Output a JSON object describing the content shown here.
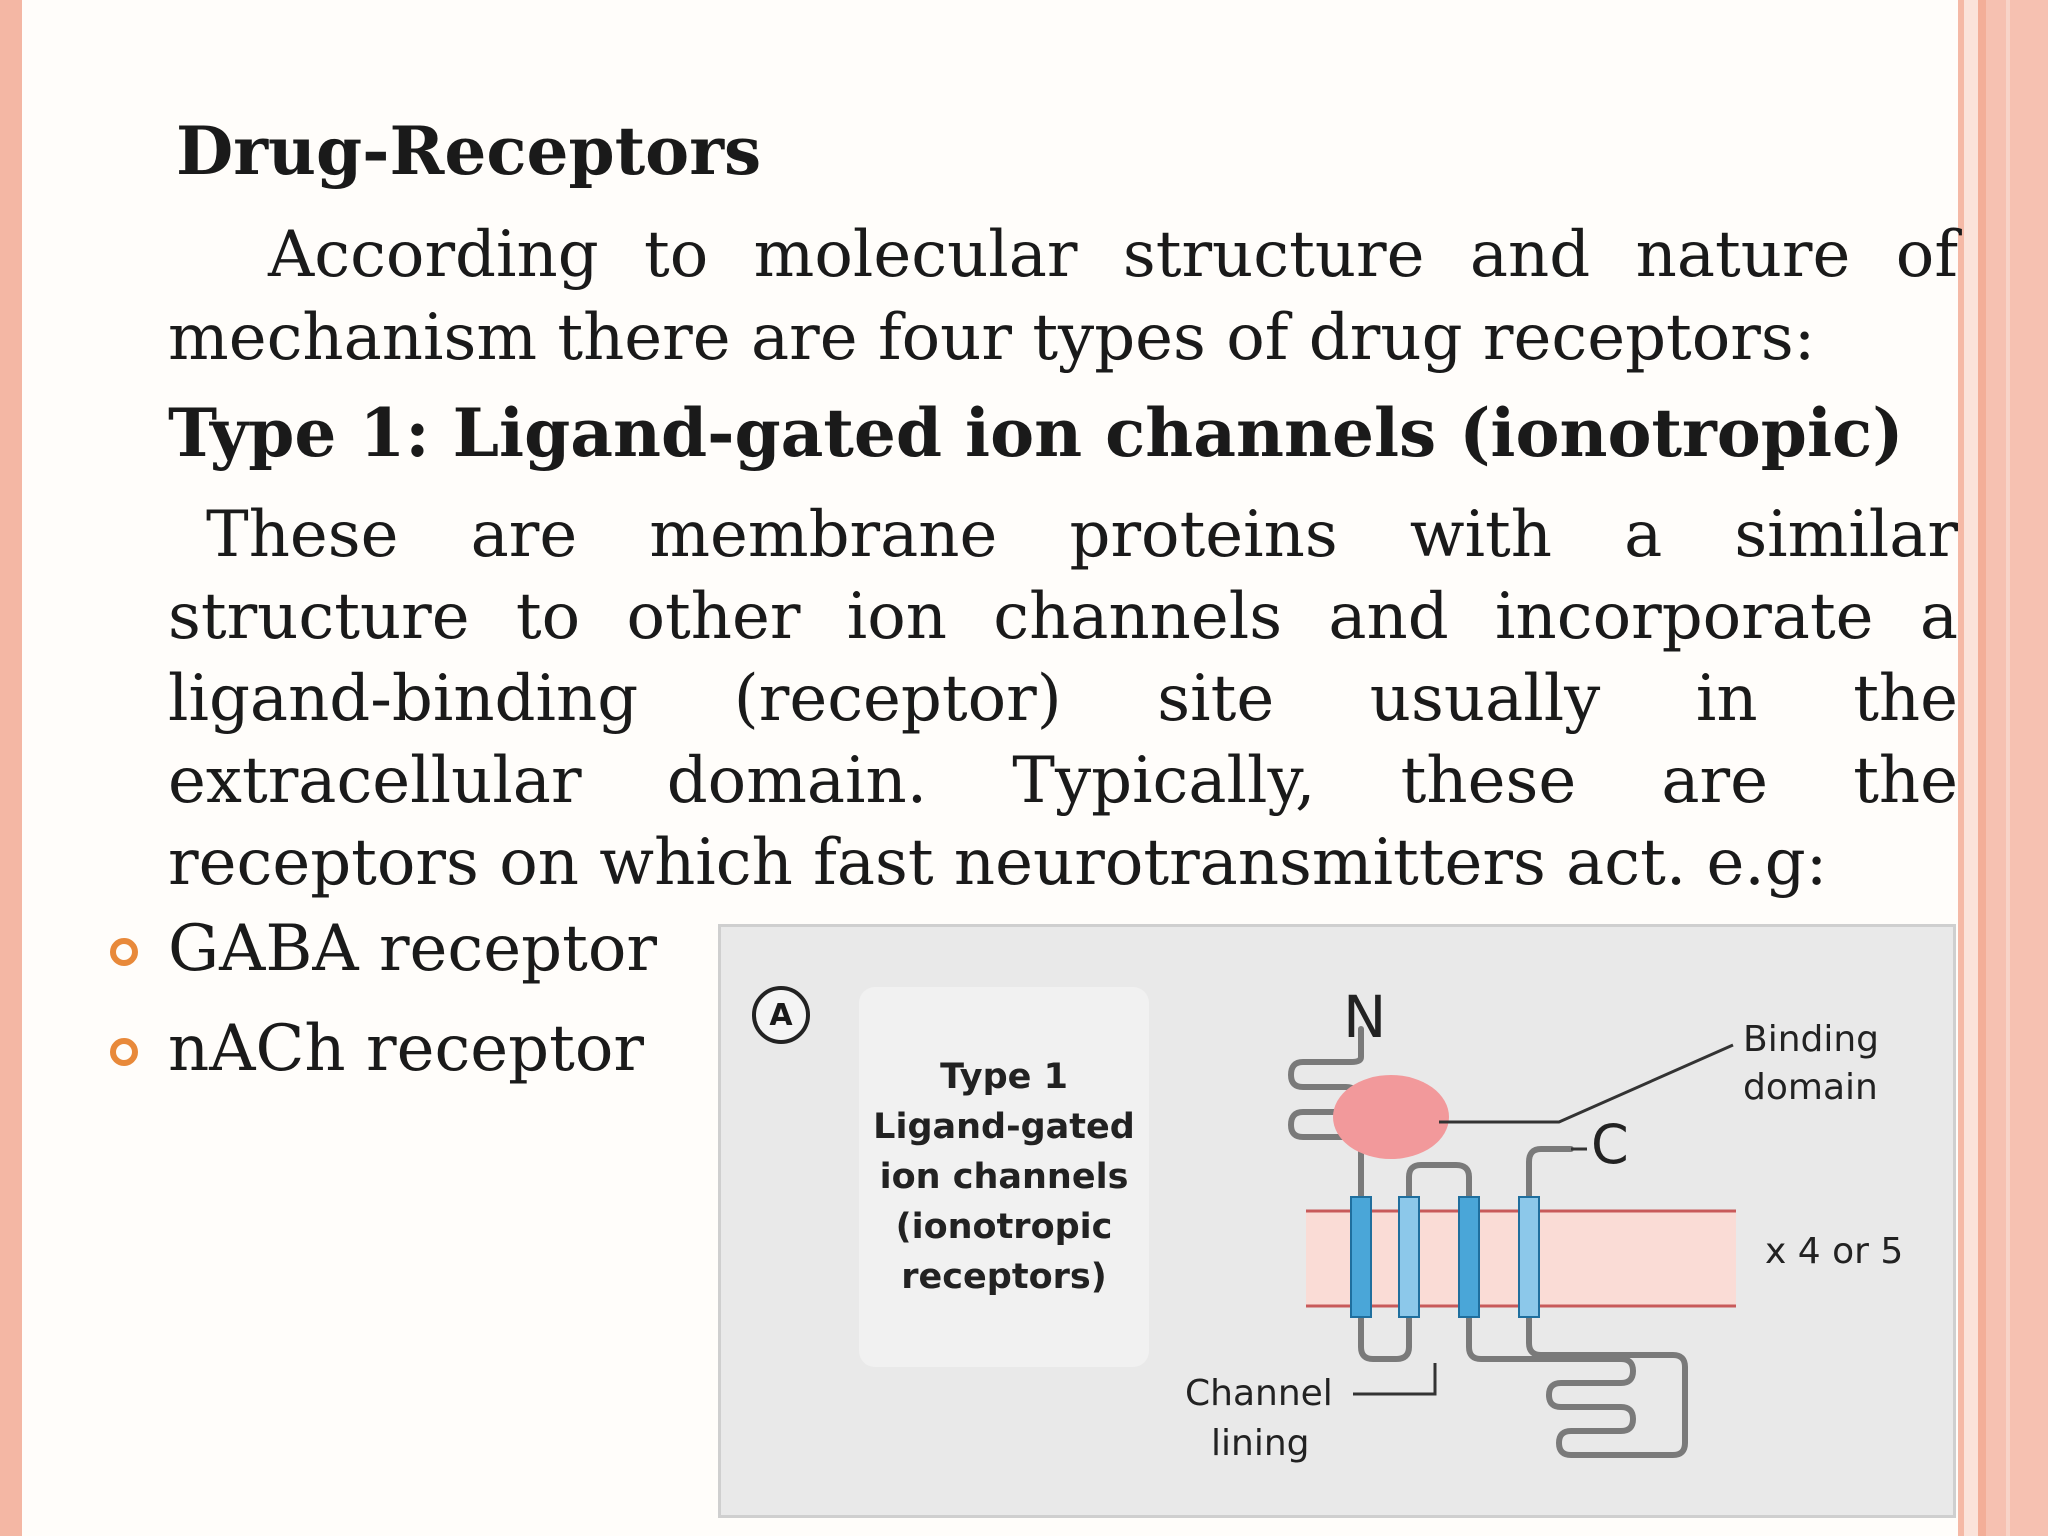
{
  "slide": {
    "title": "Drug-Receptors",
    "intro": "According to molecular structure and nature of mechanism there are four types of drug receptors:",
    "subhead": "Type 1: Ligand-gated ion channels (ionotropic)",
    "paragraph": "These are membrane proteins with a similar structure to other ion channels and incorporate a ligand-binding (receptor) site usually in the extracellular domain. Typically, these are the receptors on which fast neurotransmitters act. e.g:",
    "bullets": [
      {
        "label": "GABA receptor"
      },
      {
        "label": "nACh receptor"
      }
    ]
  },
  "figure": {
    "panel_label": "A",
    "type_lines": [
      "Type 1",
      "Ligand-gated",
      "ion channels",
      "(ionotropic",
      "receptors)"
    ],
    "n_label": "N",
    "c_label": "C",
    "binding_line1": "Binding",
    "binding_line2": "domain",
    "multiplier": "x 4 or 5",
    "channel_line1": "Channel",
    "channel_line2": "lining"
  },
  "colors": {
    "accent_bullet": "#e8893a",
    "border_stripe": "#f4b7a4",
    "membrane_fill": "#fadcd6",
    "membrane_edge": "#c85a5a",
    "binding_site": "#f2999b",
    "helix": "#4aa6d8"
  }
}
